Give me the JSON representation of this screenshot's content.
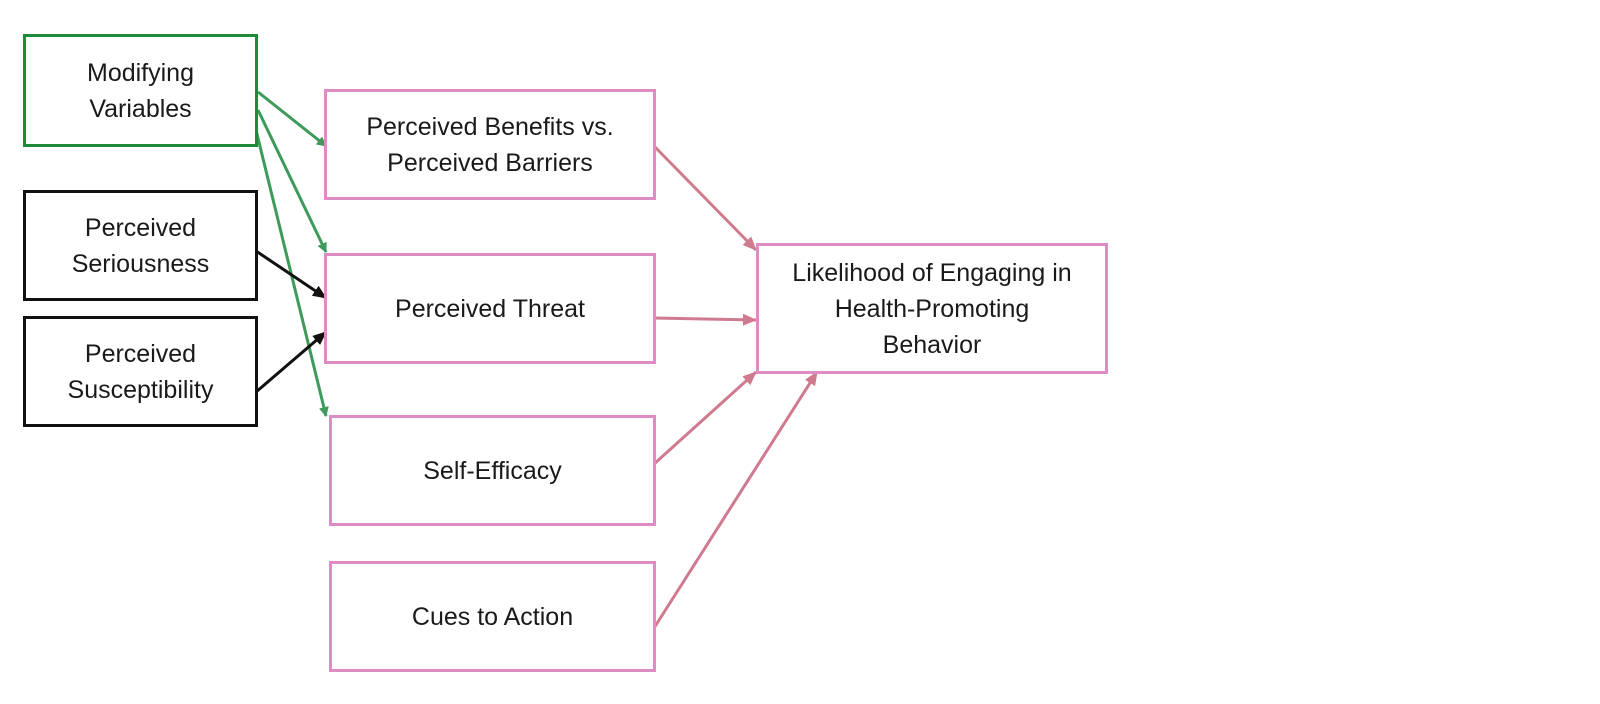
{
  "colors": {
    "modifying": "#1e8a3a",
    "black": "#111111",
    "pink": "#e08cc4",
    "arrow_green": "#3d9a5a",
    "arrow_pink": "#cf7a8e",
    "arrow_black": "#111111"
  },
  "nodes": {
    "modifying_variables": "Modifying\nVariables",
    "perceived_seriousness": "Perceived\nSeriousness",
    "perceived_susceptibility": "Perceived\nSusceptibility",
    "benefits_barriers": "Perceived Benefits vs.\nPerceived Barriers",
    "perceived_threat": "Perceived Threat",
    "self_efficacy": "Self-Efficacy",
    "cues_to_action": "Cues to Action",
    "likelihood": "Likelihood of Engaging in\nHealth-Promoting\nBehavior"
  },
  "edges": [
    {
      "from": "modifying_variables",
      "to": "benefits_barriers",
      "color": "arrow_green"
    },
    {
      "from": "modifying_variables",
      "to": "perceived_threat",
      "color": "arrow_green"
    },
    {
      "from": "modifying_variables",
      "to": "self_efficacy",
      "color": "arrow_green"
    },
    {
      "from": "perceived_seriousness",
      "to": "perceived_threat",
      "color": "arrow_black"
    },
    {
      "from": "perceived_susceptibility",
      "to": "perceived_threat",
      "color": "arrow_black"
    },
    {
      "from": "benefits_barriers",
      "to": "likelihood",
      "color": "arrow_pink"
    },
    {
      "from": "perceived_threat",
      "to": "likelihood",
      "color": "arrow_pink"
    },
    {
      "from": "self_efficacy",
      "to": "likelihood",
      "color": "arrow_pink"
    },
    {
      "from": "cues_to_action",
      "to": "likelihood",
      "color": "arrow_pink"
    }
  ]
}
